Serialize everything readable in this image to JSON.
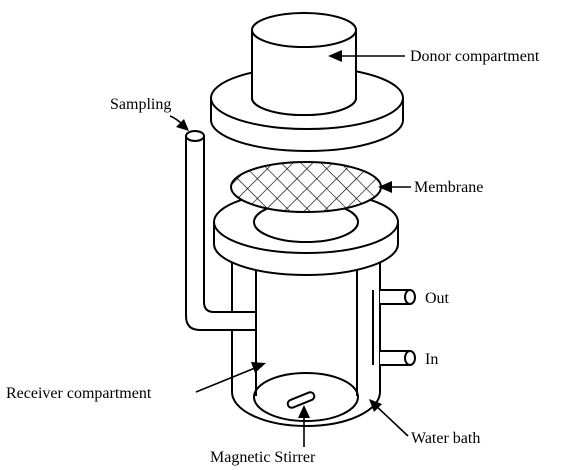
{
  "labels": {
    "donor": "Donor compartment",
    "sampling": "Sampling",
    "membrane": "Membrane",
    "out": "Out",
    "in": "In",
    "receiver": "Receiver compartment",
    "water_bath": "Water bath",
    "stirrer": "Magnetic Stirrer"
  },
  "colors": {
    "line": "#000000",
    "background": "#ffffff"
  }
}
